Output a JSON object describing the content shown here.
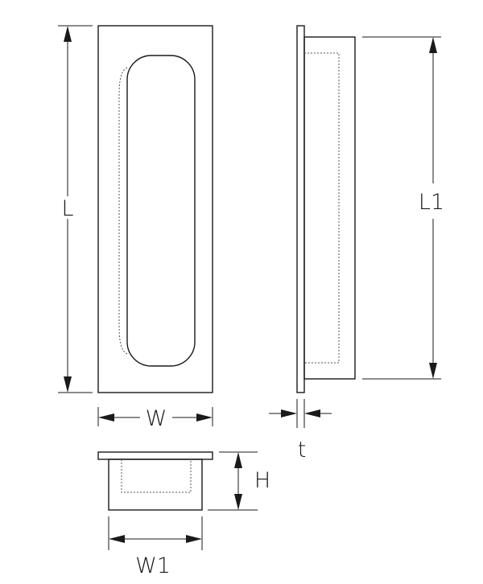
{
  "labels": {
    "L": "L",
    "L1": "L1",
    "W": "W",
    "t": "t",
    "H": "H",
    "W1": "W1"
  },
  "colors": {
    "line": "#1a1a1a",
    "hidden_line": "#555555",
    "background": "#ffffff"
  }
}
